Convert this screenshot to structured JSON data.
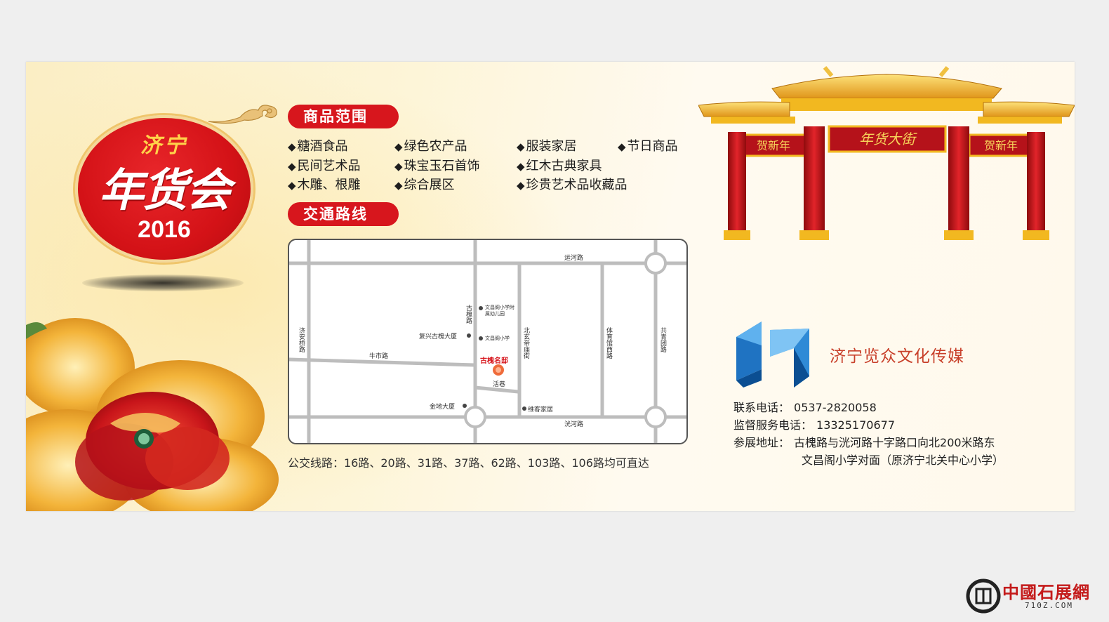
{
  "badge": {
    "city": "济宁",
    "title": "年货会",
    "year": "2016"
  },
  "goods_section": {
    "heading": "商品范围",
    "items": [
      "糖酒食品",
      "绿色农产品",
      "服装家居",
      "节日商品",
      "民间艺术品",
      "珠宝玉石首饰",
      "红木古典家具",
      "木雕、根雕",
      "综合展区",
      "珍贵艺术品收藏品"
    ],
    "bullet": "◆"
  },
  "route_section": {
    "heading": "交通路线",
    "map_labels": {
      "road_top": "运河路",
      "road_bottom": "洸河路",
      "road_left": "济安桥路",
      "road_niu": "牛市路",
      "road_guhuai": "古槐路",
      "road_beidong": "北玄帝庙街",
      "road_tiyu": "体育馆西路",
      "road_gongqing": "共青团路",
      "school": "文昌阁小学附属幼儿园",
      "school2": "文昌阁小学",
      "fuxing": "复兴古槐大厦",
      "hq": "古槐名邸",
      "lane": "活巷",
      "jindi": "金地大厦",
      "weike": "维客家居"
    },
    "bus_line": "公交线路：16路、20路、31路、37路、62路、103路、106路均可直达"
  },
  "gate": {
    "center_plaque": "年货大街",
    "left_plaque": "贺新年",
    "right_plaque": "贺新年"
  },
  "company": {
    "name": "济宁览众文化传媒",
    "phone_label": "联系电话：",
    "phone": "0537-2820058",
    "service_label": "监督服务电话：",
    "service_phone": "13325170677",
    "address_label": "参展地址：",
    "address_line1": "古槐路与洸河路十字路口向北200米路东",
    "address_line2": "文昌阁小学对面（原济宁北关中心小学）"
  },
  "watermark": {
    "site_name": "中國石展網",
    "url": "710Z.COM"
  },
  "colors": {
    "red": "#d7161d",
    "gold": "#f2b820",
    "logo_blue": "#2f8ad6"
  }
}
